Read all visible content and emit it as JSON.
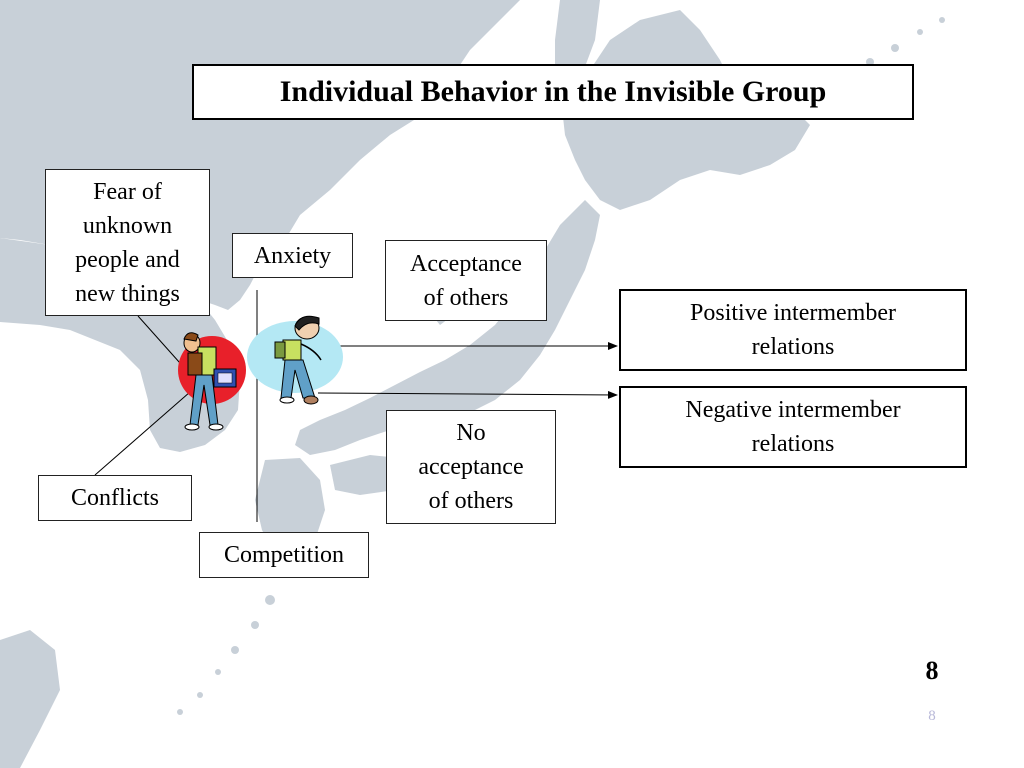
{
  "title": "Individual Behavior in the Invisible Group",
  "boxes": {
    "fear": [
      "Fear of",
      "unknown",
      "people and",
      "new things"
    ],
    "anxiety": "Anxiety",
    "acceptance": [
      "Acceptance",
      "of others"
    ],
    "positive": [
      "Positive intermember",
      "relations"
    ],
    "negative": [
      "Negative intermember",
      "relations"
    ],
    "no_acceptance": [
      "No",
      "acceptance",
      "of others"
    ],
    "conflicts": "Conflicts",
    "competition": "Competition"
  },
  "page_number": "8",
  "page_number_small": "8",
  "colors": {
    "map_land": "#c8d0d8",
    "red_circle": "#e8202a",
    "cyan_circle": "#b4e8f4",
    "border": "#000000"
  },
  "icons": {
    "left_figure": "standing-student-with-backpack",
    "right_figure": "walking-student-with-bag"
  }
}
